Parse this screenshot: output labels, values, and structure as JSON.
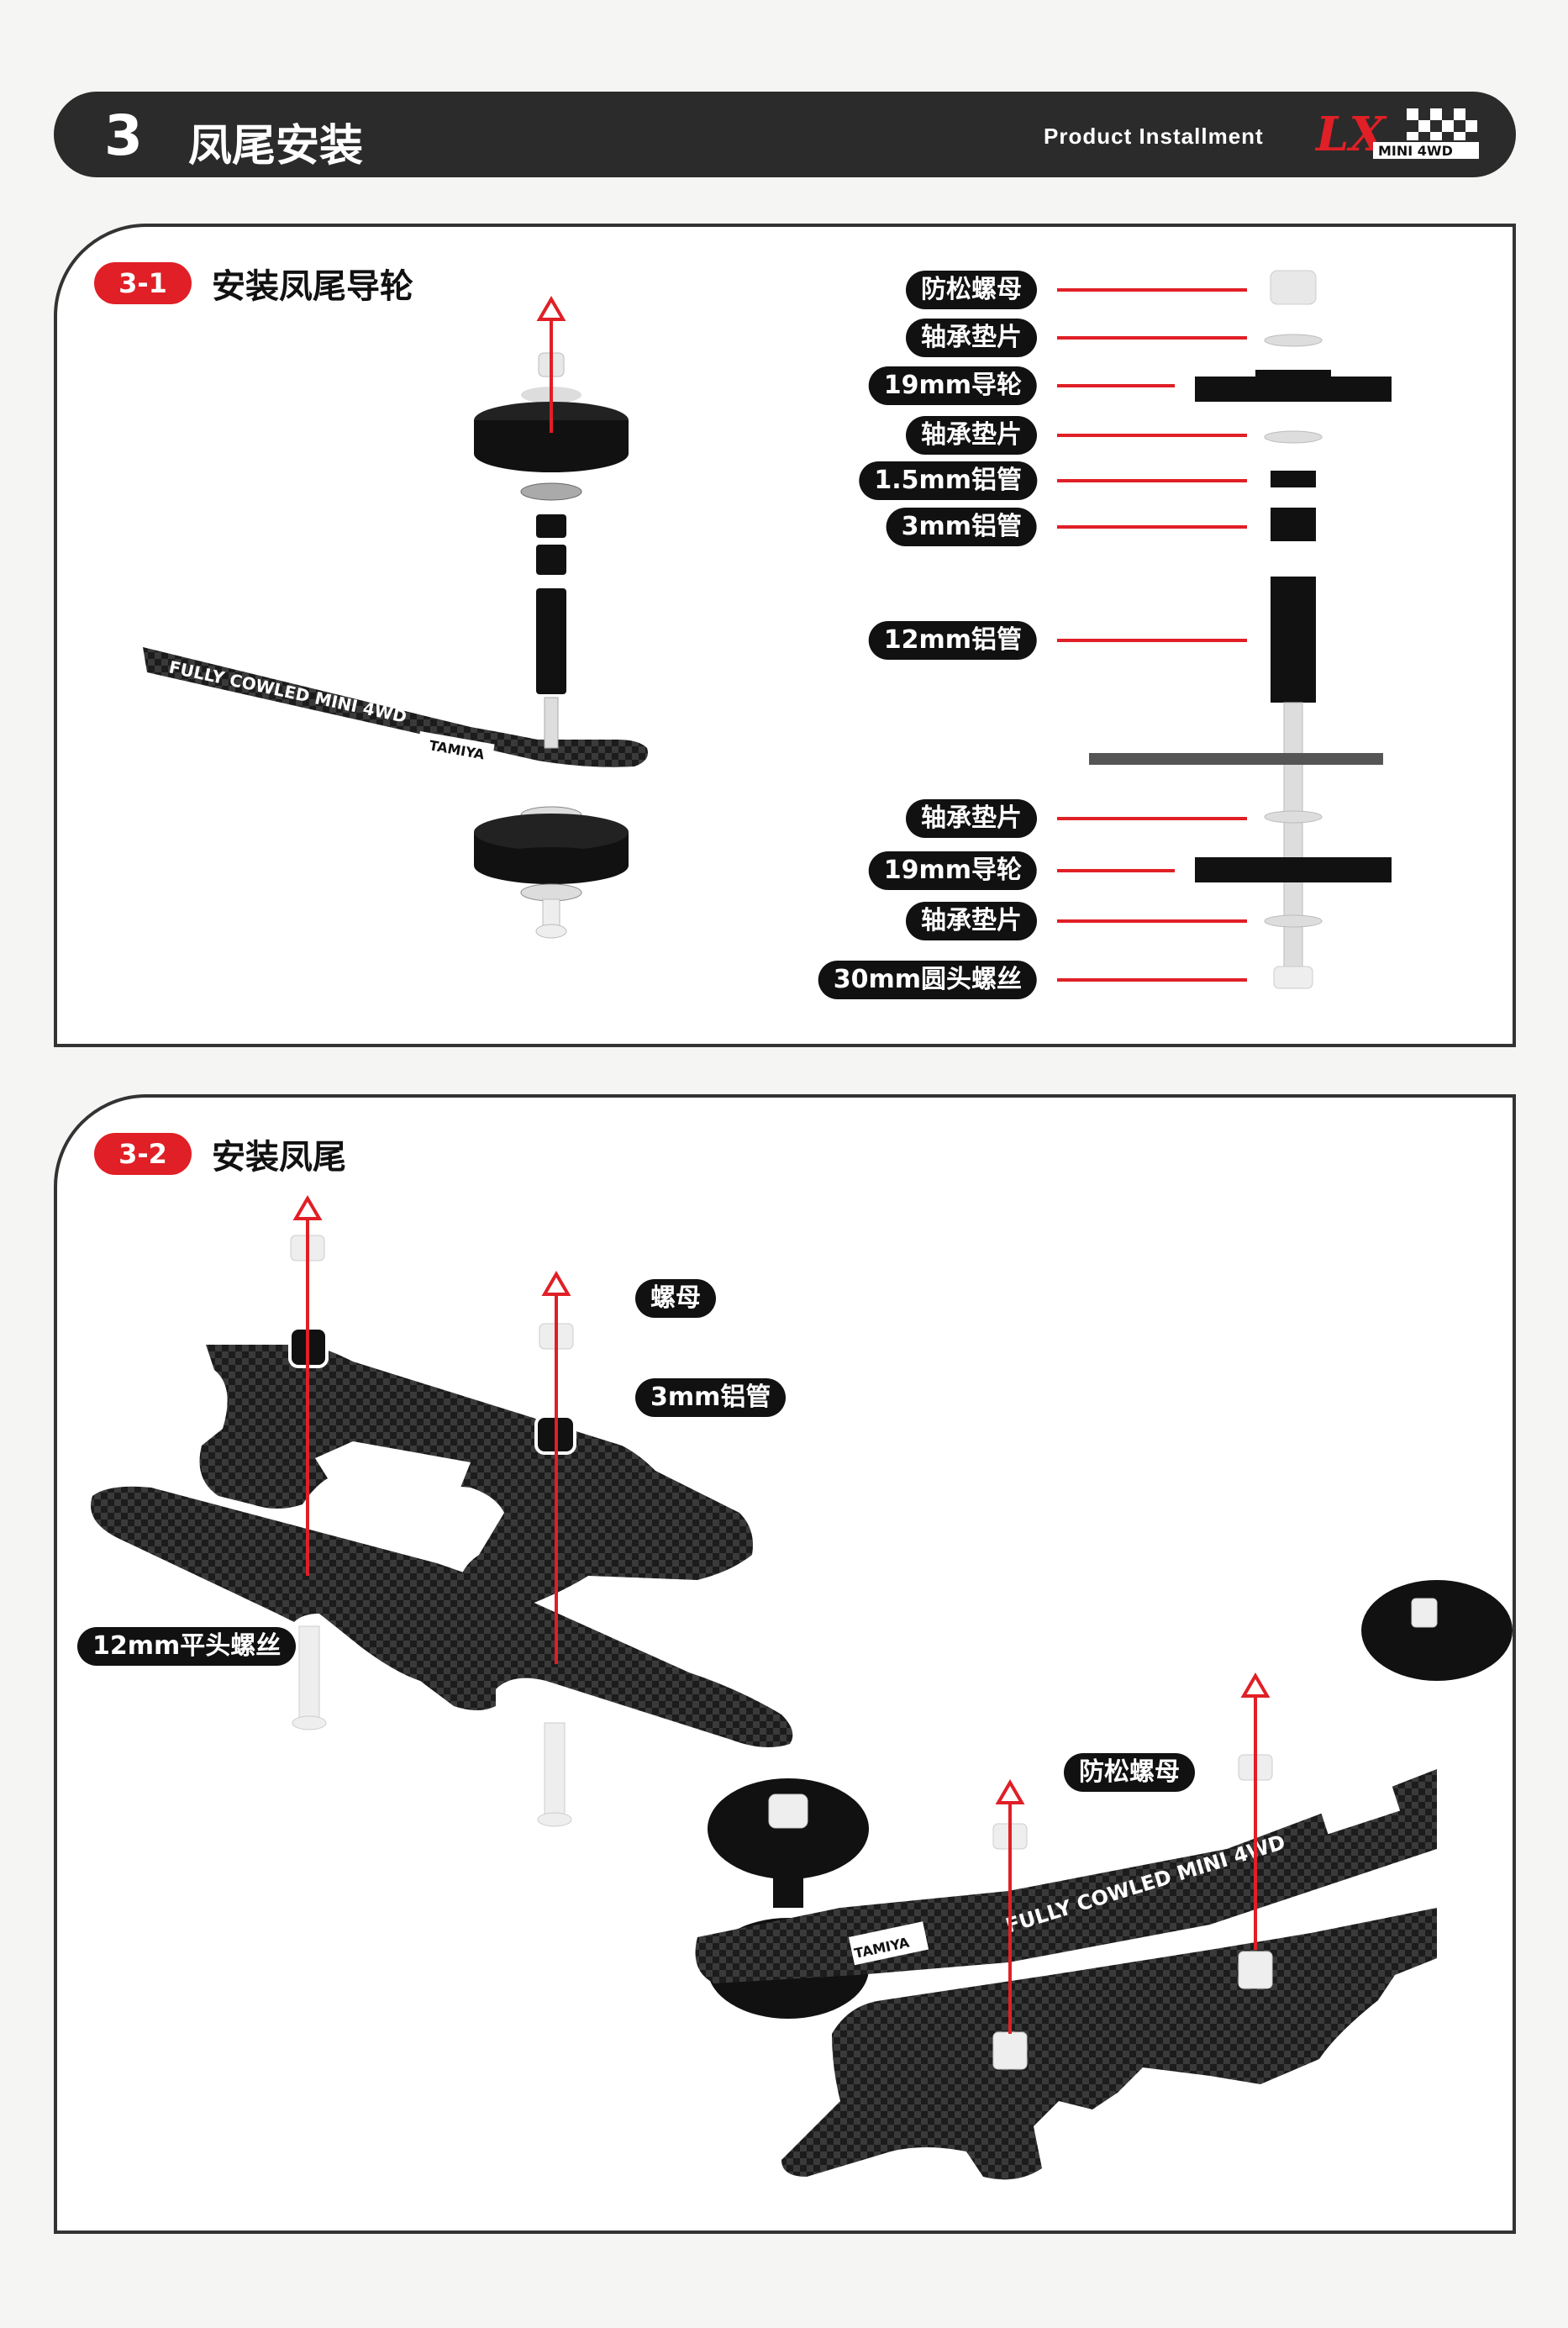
{
  "header": {
    "number": "3",
    "title": "凤尾安装",
    "subtitle": "Product Installment",
    "logo_text": "LX MINI 4WD"
  },
  "step1": {
    "badge": "3-1",
    "title": "安装凤尾导轮",
    "parts": [
      "防松螺母",
      "轴承垫片",
      "19mm导轮",
      "轴承垫片",
      "1.5mm铝管",
      "3mm铝管",
      "12mm铝管",
      "轴承垫片",
      "19mm导轮",
      "轴承垫片",
      "30mm圆头螺丝"
    ],
    "plate_text": "FULLY COWLED MINI 4WD",
    "brand_text": "TAMIYA"
  },
  "step2": {
    "badge": "3-2",
    "title": "安装凤尾",
    "labels": {
      "nut": "螺母",
      "tube": "3mm铝管",
      "screw": "12mm平头螺丝",
      "locknut": "防松螺母"
    },
    "plate_text": "FULLY COWLED MINI 4WD",
    "brand_text": "TAMIYA"
  },
  "colors": {
    "accent": "#e01f26",
    "dark": "#111111",
    "frame": "#2b2b2b"
  }
}
